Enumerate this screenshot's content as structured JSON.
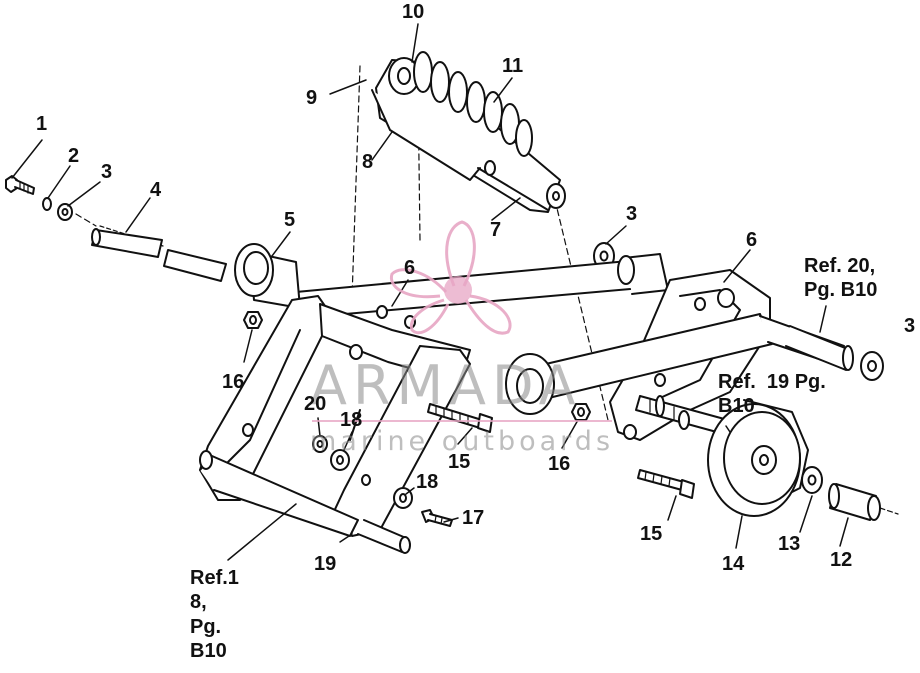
{
  "callouts": {
    "c1": "1",
    "c2": "2",
    "c3a": "3",
    "c4": "4",
    "c5": "5",
    "c6a": "6",
    "c7": "7",
    "c8": "8",
    "c9": "9",
    "c10": "10",
    "c11": "11",
    "c3b": "3",
    "c6b": "6",
    "c3c": "3",
    "c16a": "16",
    "c20": "20",
    "c18a": "18",
    "c15a": "15",
    "c16b": "16",
    "c18b": "18",
    "c17": "17",
    "c19": "19",
    "c15b": "15",
    "c14": "14",
    "c13": "13",
    "c12": "12"
  },
  "references": {
    "ref20": "Ref. 20,\nPg. B10",
    "ref19": "Ref.  19 Pg.\nB10",
    "ref18": "Ref.1\n8,\nPg.\nB10"
  },
  "watermark": {
    "brand": "ARMADA",
    "tagline": "marine outboards",
    "logo": "propeller-logo",
    "color": "#e7a6c4",
    "text_color": "#8a8a8a"
  },
  "colors": {
    "line": "#111111",
    "fill": "#ffffff"
  }
}
